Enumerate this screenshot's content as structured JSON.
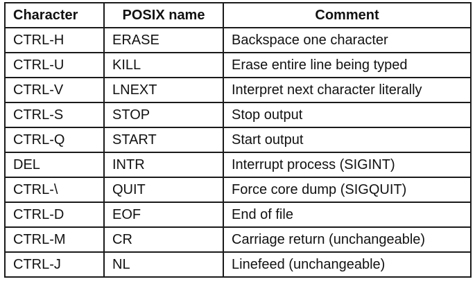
{
  "table": {
    "headers": [
      "Character",
      "POSIX name",
      "Comment"
    ],
    "rows": [
      [
        "CTRL-H",
        "ERASE",
        "Backspace one character"
      ],
      [
        "CTRL-U",
        "KILL",
        "Erase entire line being typed"
      ],
      [
        "CTRL-V",
        "LNEXT",
        "Interpret next character literally"
      ],
      [
        "CTRL-S",
        "STOP",
        "Stop output"
      ],
      [
        "CTRL-Q",
        "START",
        "Start output"
      ],
      [
        "DEL",
        "INTR",
        "Interrupt process (SIGINT)"
      ],
      [
        "CTRL-\\",
        "QUIT",
        "Force core dump (SIGQUIT)"
      ],
      [
        "CTRL-D",
        "EOF",
        "End of file"
      ],
      [
        "CTRL-M",
        "CR",
        "Carriage return (unchangeable)"
      ],
      [
        "CTRL-J",
        "NL",
        "Linefeed (unchangeable)"
      ]
    ]
  }
}
